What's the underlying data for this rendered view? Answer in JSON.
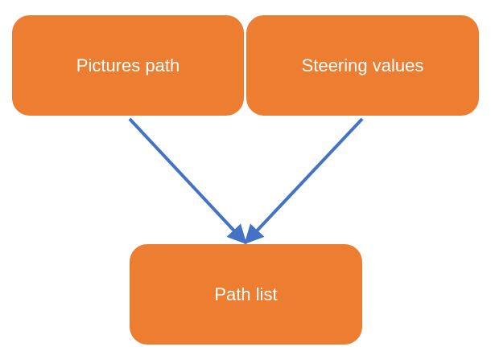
{
  "nodes": {
    "pictures_path": {
      "label": "Pictures path"
    },
    "steering_values": {
      "label": "Steering values"
    },
    "path_list": {
      "label": "Path list"
    }
  },
  "edges": [
    {
      "from": "pictures_path",
      "to": "path_list"
    },
    {
      "from": "steering_values",
      "to": "path_list"
    }
  ],
  "colors": {
    "node_fill": "#ED7D31",
    "node_text": "#FFFFFF",
    "arrow": "#4472C4",
    "background": "#FFFFFF"
  }
}
